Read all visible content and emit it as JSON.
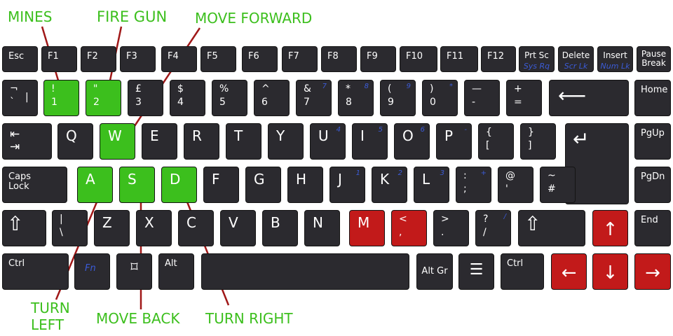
{
  "annotations": {
    "mines": "MINES",
    "fire_gun": "FIRE GUN",
    "move_forward": "MOVE FORWARD",
    "turn_left": "TURN\nLEFT",
    "move_back": "MOVE BACK",
    "turn_right": "TURN RIGHT"
  },
  "colors": {
    "key": "#2b2a2f",
    "highlight_green": "#3cbf1d",
    "highlight_red": "#c21a1a",
    "annotation_text": "#3cbf1d",
    "pointer_line": "#a01818",
    "secondary_legend": "#3b5bd6"
  },
  "keys": {
    "esc": "Esc",
    "f1": "F1",
    "f2": "F2",
    "f3": "F3",
    "f4": "F4",
    "f5": "F5",
    "f6": "F6",
    "f7": "F7",
    "f8": "F8",
    "f9": "F9",
    "f10": "F10",
    "f11": "F11",
    "f12": "F12",
    "prtsc": "Prt Sc",
    "prtsc_fn": "Sys Rq",
    "delete": "Delete",
    "delete_fn": "Scr Lk",
    "insert": "Insert",
    "insert_fn": "Num Lk",
    "pause": "Pause\nBreak",
    "backtick_up": "¬",
    "backtick_lo": "`",
    "backtick_side": "|",
    "d1_up": "!",
    "d1_lo": "1",
    "d2_up": "\"",
    "d2_lo": "2",
    "d3_up": "£",
    "d3_lo": "3",
    "d4_up": "$",
    "d4_lo": "4",
    "d5_up": "%",
    "d5_lo": "5",
    "d6_up": "^",
    "d6_lo": "6",
    "d7_up": "&",
    "d7_lo": "7",
    "d7_num": "7",
    "d8_up": "*",
    "d8_lo": "8",
    "d8_num": "8",
    "d9_up": "(",
    "d9_lo": "9",
    "d9_num": "9",
    "d0_up": ")",
    "d0_lo": "0",
    "d0_num": "*",
    "minus_up": "—",
    "minus_lo": "-",
    "equals_up": "+",
    "equals_lo": "=",
    "backspace": "⟵",
    "home": "Home",
    "tab": "⇤\n⇥",
    "q": "Q",
    "w": "W",
    "e": "E",
    "r": "R",
    "t": "T",
    "y": "Y",
    "u": "U",
    "u_num": "4",
    "i": "I",
    "i_num": "5",
    "o": "O",
    "o_num": "6",
    "p": "P",
    "p_num": "-",
    "lbracket_up": "{",
    "lbracket_lo": "[",
    "rbracket_up": "}",
    "rbracket_lo": "]",
    "enter": "↵",
    "pgup": "PgUp",
    "caps": "Caps\nLock",
    "a": "A",
    "s": "S",
    "d": "D",
    "f": "F",
    "g": "G",
    "h": "H",
    "j": "J",
    "j_num": "1",
    "k": "K",
    "k_num": "2",
    "l": "L",
    "l_num": "3",
    "semicolon_up": ":",
    "semicolon_lo": ";",
    "semicolon_num": "+",
    "quote_up": "@",
    "quote_lo": "'",
    "hash_up": "~",
    "hash_lo": "#",
    "pgdn": "PgDn",
    "lshift": "⇧",
    "backslash_up": "|",
    "backslash_lo": "\\",
    "z": "Z",
    "x": "X",
    "c": "C",
    "v": "V",
    "b": "B",
    "n": "N",
    "m": "M",
    "comma_up": "<",
    "comma_lo": ",",
    "period_up": ">",
    "period_lo": ".",
    "slash_up": "?",
    "slash_lo": "/",
    "slash_num": "/",
    "rshift": "⇧",
    "arrow_up": "↑",
    "end": "End",
    "ctrl_left": "Ctrl",
    "fn": "Fn",
    "super": "⌑",
    "alt": "Alt",
    "altgr": "Alt Gr",
    "menu": "☰",
    "ctrl_right": "Ctrl",
    "arrow_left": "←",
    "arrow_down": "↓",
    "arrow_right": "→"
  }
}
